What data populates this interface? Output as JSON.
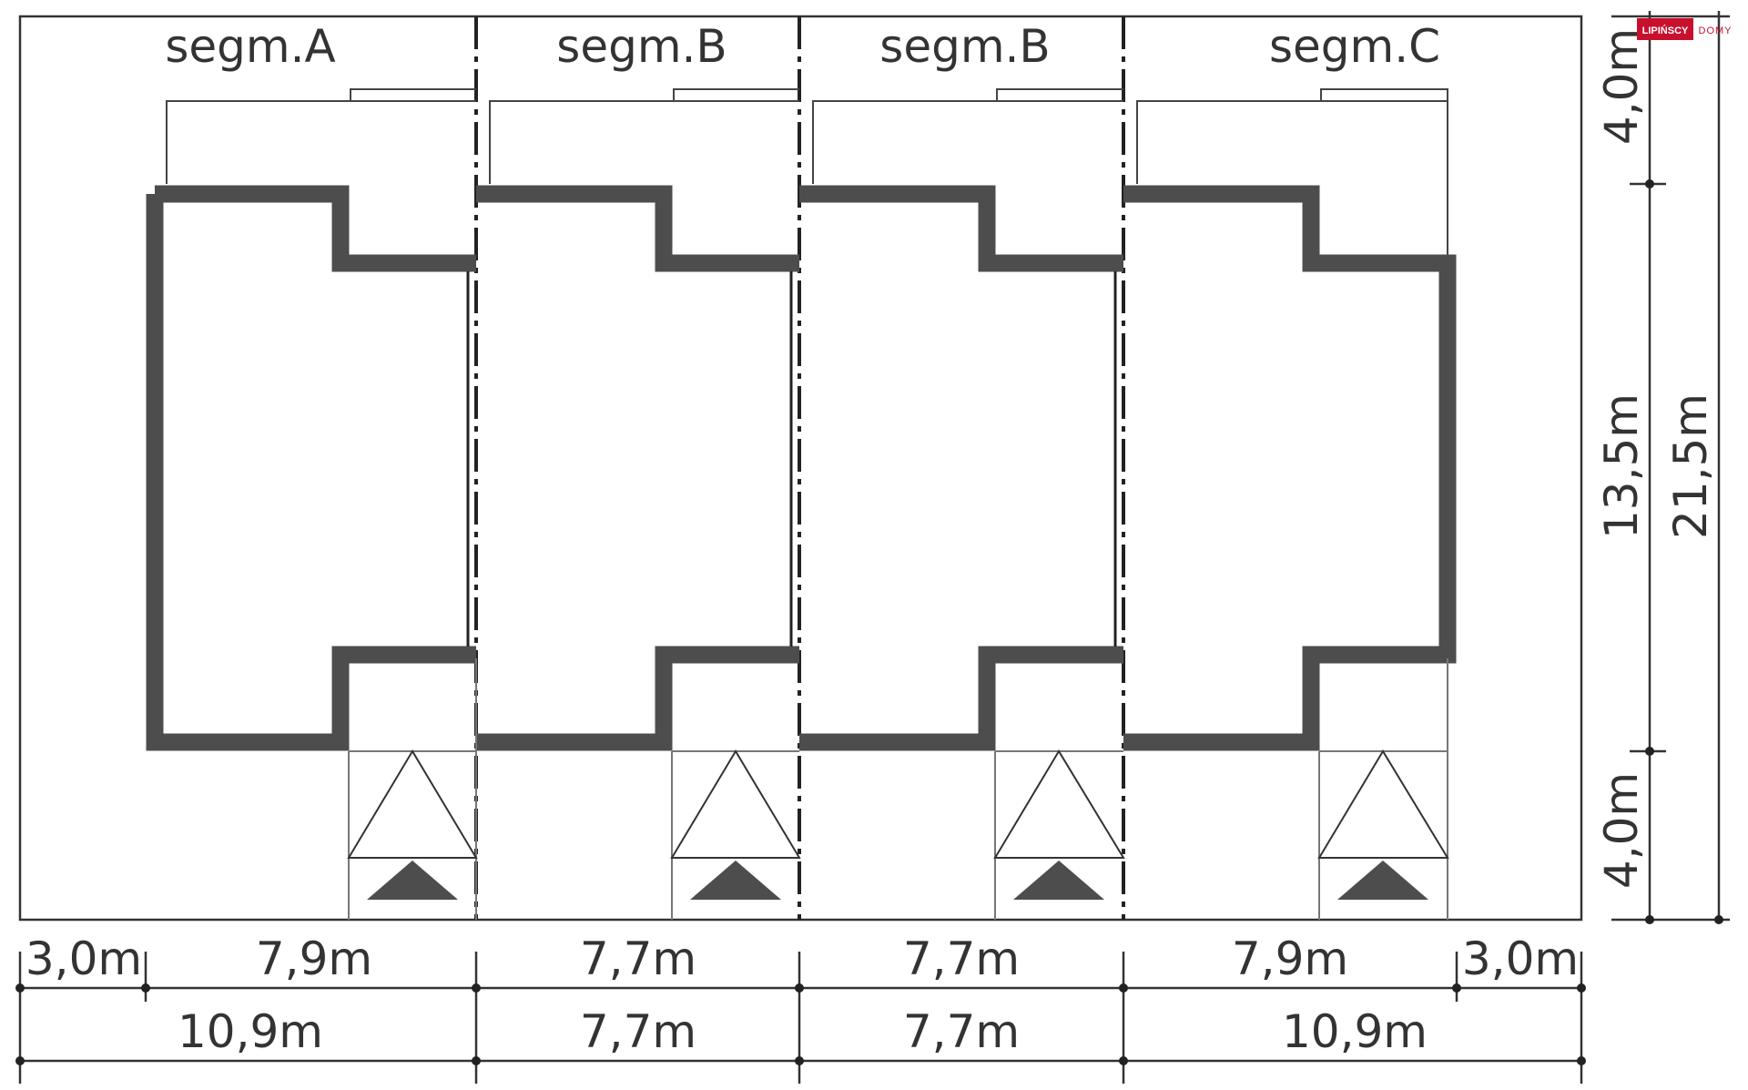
{
  "logo": {
    "brand": "LIPIŃSCY",
    "sub": "DOMY",
    "color": "#c8102e"
  },
  "segments": [
    {
      "label": "segm.A"
    },
    {
      "label": "segm.B"
    },
    {
      "label": "segm.B"
    },
    {
      "label": "segm.C"
    }
  ],
  "dimensions": {
    "bottom_row1": [
      "3,0m",
      "7,9m",
      "7,7m",
      "7,7m",
      "7,9m",
      "3,0m"
    ],
    "bottom_row2": [
      "10,9m",
      "7,7m",
      "7,7m",
      "10,9m"
    ],
    "right_inner": [
      "4,0m",
      "13,5m",
      "4,0m"
    ],
    "right_outer": "21,5m"
  },
  "colors": {
    "wall": "#4d4d4d",
    "line": "#333333",
    "thin": "#777777"
  }
}
